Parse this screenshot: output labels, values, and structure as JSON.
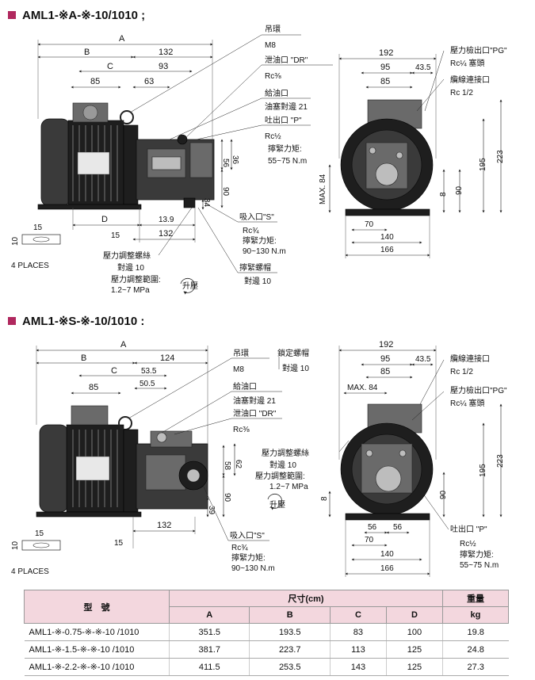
{
  "diagram1": {
    "title": "AML1-※A-※-10/1010 ;",
    "dims": {
      "A": "A",
      "B": "B",
      "C": "C",
      "D": "D",
      "d132a": "132",
      "d93": "93",
      "d85": "85",
      "d63": "63",
      "d56": "56",
      "d36": "36",
      "d90": "90",
      "d34": "34",
      "d15a": "15",
      "d10": "10",
      "d15b": "15",
      "d139": "13.9",
      "d132b": "132"
    },
    "places": "4 PLACES",
    "labels": {
      "eye_bolt": "吊環",
      "m8": "M8",
      "drain": "泄油口 \"DR\"",
      "drain_thread": "Rc⅜",
      "fill": "給油口",
      "fill_nut": "油塞對邊 21",
      "outlet": "吐出口 \"P\"",
      "outlet_thread": "Rc½",
      "torque1": "擰緊力矩:",
      "torque1_val": "55~75 N.m",
      "suction": "吸入口\"S\"",
      "suction_thread": "Rc¾",
      "torque2": "擰緊力矩:",
      "torque2_val": "90~130 N.m",
      "adj_screw": "壓力調整螺絲",
      "adj_flat": "對邊 10",
      "adj_range": "壓力調整範圍:",
      "adj_range_val": "1.2~7 MPa",
      "lock_nut": "擰緊螺帽",
      "lock_flat": "對邊 10",
      "rise": "升壓"
    },
    "side": {
      "d192": "192",
      "d95": "95",
      "d435": "43.5",
      "d85": "85",
      "pg": "壓力檢出口\"PG\"",
      "pg_thread": "Rc¼ 塞頭",
      "cable": "纜線連接口",
      "cable_thread": "Rc 1/2",
      "d195": "195",
      "d223": "223",
      "d8": "8",
      "d90": "90",
      "max84": "MAX. 84",
      "d70": "70",
      "d140": "140",
      "d166": "166"
    }
  },
  "diagram2": {
    "title": "AML1-※S-※-10/1010 :",
    "dims": {
      "A": "A",
      "B": "B",
      "C": "C",
      "d124": "124",
      "d535": "53.5",
      "d505": "50.5",
      "d85": "85",
      "d58": "58",
      "d62": "62",
      "d90": "90",
      "d39": "39",
      "d132": "132",
      "d15a": "15",
      "d10": "10",
      "d15b": "15"
    },
    "places": "4 PLACES",
    "labels": {
      "eye_bolt": "吊環",
      "m8": "M8",
      "fill": "給油口",
      "fill_nut": "油塞對邊 21",
      "drain": "泄油口 \"DR\"",
      "drain_thread": "Rc⅜",
      "suction": "吸入口\"S\"",
      "suction_thread": "Rc¾",
      "torque": "擰緊力矩:",
      "torque_val": "90~130 N.m",
      "lock_nut": "鎖定螺帽",
      "lock_flat": "對邊 10",
      "adj_screw": "壓力調整螺絲",
      "adj_flat": "對邊 10",
      "adj_range": "壓力調整範圍:",
      "adj_range_val": "1.2~7 MPa",
      "rise": "升壓"
    },
    "side": {
      "d192": "192",
      "d95": "95",
      "d435": "43.5",
      "d85": "85",
      "max84": "MAX. 84",
      "cable": "纜線連接口",
      "cable_thread": "Rc 1/2",
      "pg": "壓力檢出口\"PG\"",
      "pg_thread": "Rc¼ 塞頭",
      "d195": "195",
      "d223": "223",
      "d8": "8",
      "d90": "90",
      "d56a": "56",
      "d56b": "56",
      "d70": "70",
      "d140": "140",
      "d166": "166",
      "outlet": "吐出口 \"P\"",
      "outlet_thread": "Rc½",
      "torque": "擰緊力矩:",
      "torque_val": "55~75 N.m"
    }
  },
  "table": {
    "model_header": "型　號",
    "size_header": "尺寸(cm)",
    "weight_header": "重量",
    "weight_unit": "kg",
    "cols": [
      "A",
      "B",
      "C",
      "D"
    ],
    "rows": [
      {
        "model": "AML1-※-0.75-※-※-10 /1010",
        "A": "351.5",
        "B": "193.5",
        "C": "83",
        "D": "100",
        "kg": "19.8"
      },
      {
        "model": "AML1-※-1.5-※-※-10 /1010",
        "A": "381.7",
        "B": "223.7",
        "C": "113",
        "D": "125",
        "kg": "24.8"
      },
      {
        "model": "AML1-※-2.2-※-※-10 /1010",
        "A": "411.5",
        "B": "253.5",
        "C": "143",
        "D": "125",
        "kg": "27.3"
      }
    ]
  }
}
